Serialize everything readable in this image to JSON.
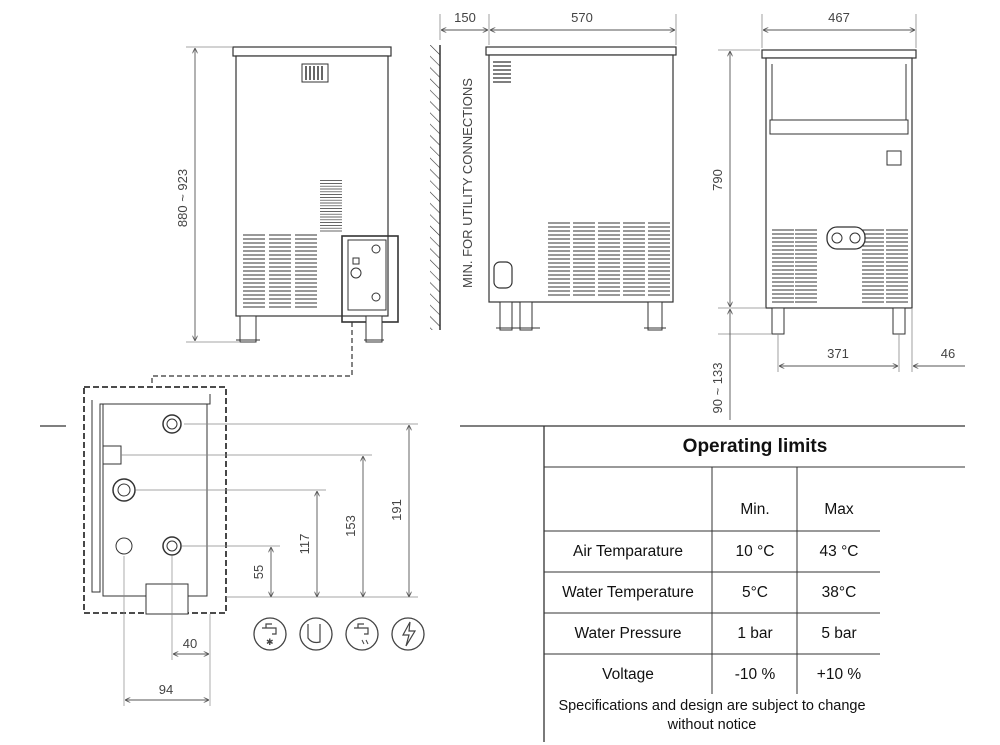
{
  "dimensions": {
    "height_range": "880 ~ 923",
    "wall_clearance": "150",
    "depth": "570",
    "width": "467",
    "body_height": "790",
    "foot_height_range": "90 ~ 133",
    "foot_spacing": "371",
    "foot_offset": "46",
    "utility_clearance_label": "MIN. FOR UTILITY CONNECTIONS",
    "connection_heights": [
      "55",
      "117",
      "153",
      "191"
    ],
    "connection_x_offsets": [
      "40",
      "94"
    ]
  },
  "connection_icons": [
    "water-inlet-icon",
    "drain-icon",
    "water-tap-icon",
    "power-supply-icon"
  ],
  "operating_limits": {
    "title": "Operating limits",
    "col_min": "Min.",
    "col_max": "Max",
    "rows": [
      {
        "label": "Air Temparature",
        "min": "10 °C",
        "max": "43 °C"
      },
      {
        "label": "Water Temperature",
        "min": "5°C",
        "max": "38°C"
      },
      {
        "label": "Water Pressure",
        "min": "1 bar",
        "max": "5 bar"
      },
      {
        "label": "Voltage",
        "min": "-10 %",
        "max": "+10 %"
      }
    ],
    "note_line1": "Specifications and design are subject to change",
    "note_line2": "without notice"
  }
}
